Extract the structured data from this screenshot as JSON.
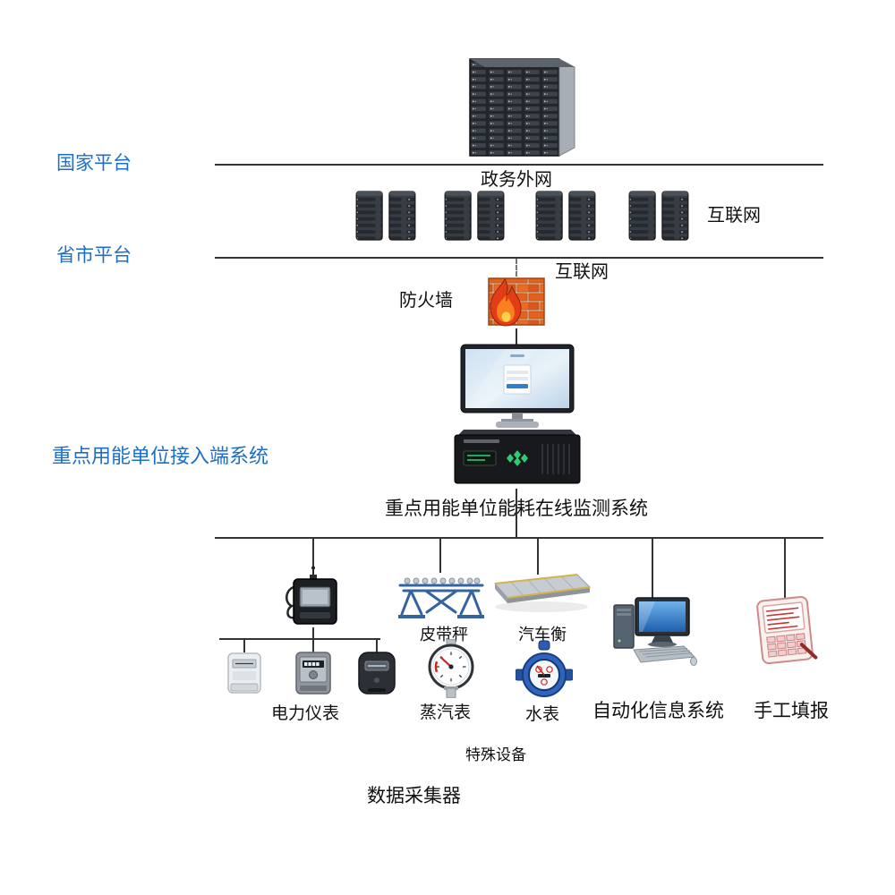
{
  "labels": {
    "national_platform": "国家平台",
    "gov_external_network": "政务外网",
    "internet_right": "互联网",
    "province_platform": "省市平台",
    "internet_mid": "互联网",
    "firewall": "防火墙",
    "access_system": "重点用能单位接入端系统",
    "monitoring_system": "重点用能单位能耗在线监测系统",
    "belt_scale": "皮带秤",
    "truck_scale": "汽车衡",
    "power_meters": "电力仪表",
    "steam_meter": "蒸汽表",
    "water_meter": "水表",
    "automation_system": "自动化信息系统",
    "manual_entry": "手工填报",
    "special_equipment": "特殊设备",
    "data_collector": "数据采集器"
  },
  "colors": {
    "platform_label_blue": "#1c6fc9",
    "body_text": "#111111",
    "connector_line": "#333333",
    "firewall_brick_orange": "#e2611f",
    "flame_red": "#e33d18",
    "flame_yellow": "#ffd34d",
    "screen_blue": "#1e5fae",
    "belt_scale_blue": "#35639f",
    "water_meter_blue": "#2f63bd"
  },
  "icons": {
    "server_cluster": "server-rack-cluster",
    "server_towers": "tower-server-pair",
    "firewall": "brick-wall-with-flame",
    "terminal": "monitor-with-login-screen",
    "host": "rack-server-box",
    "data_collector": "handheld-collector-with-antenna",
    "belt_scale": "belt-conveyor-scale",
    "truck_scale": "weighbridge-platform",
    "power_meters": "three-electric-meters",
    "steam_meter": "pressure-gauge",
    "water_meter": "blue-water-meter",
    "automation_system": "desktop-workstation",
    "manual_entry": "handheld-terminal-red-text"
  }
}
